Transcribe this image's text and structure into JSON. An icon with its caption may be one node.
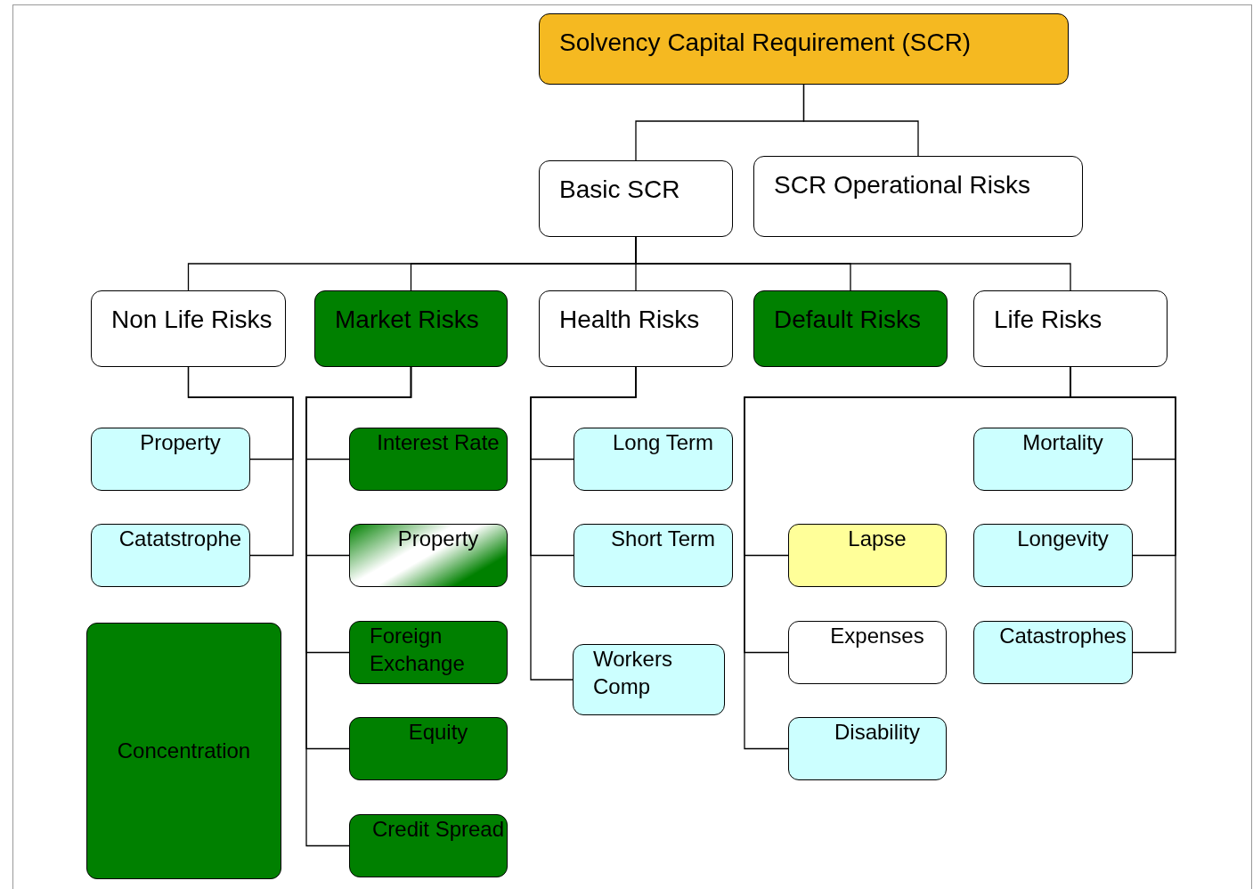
{
  "diagram": {
    "nodes": [
      {
        "text": [
          "Solvency Capital Requirement (SCR)"
        ]
      },
      {
        "text": [
          "Basic SCR"
        ]
      },
      {
        "text": [
          "SCR Operational Risks"
        ]
      },
      {
        "text": [
          "Non Life Risks"
        ]
      },
      {
        "text": [
          "Market Risks"
        ]
      },
      {
        "text": [
          "Health Risks"
        ]
      },
      {
        "text": [
          "Default Risks"
        ]
      },
      {
        "text": [
          "Life Risks"
        ]
      },
      {
        "text": [
          "Property"
        ]
      },
      {
        "text": [
          "Catatstrophe"
        ]
      },
      {
        "text": [
          "Concentration"
        ]
      },
      {
        "text": [
          "Interest Rate"
        ]
      },
      {
        "text": [
          "Property"
        ]
      },
      {
        "text": [
          "Foreign Exchange"
        ]
      },
      {
        "text": [
          "Equity"
        ]
      },
      {
        "text": [
          "Credit Spread"
        ]
      },
      {
        "text": [
          "Long Term"
        ]
      },
      {
        "text": [
          "Short Term"
        ]
      },
      {
        "text": [
          "Workers Comp"
        ]
      },
      {
        "text": [
          "Lapse"
        ]
      },
      {
        "text": [
          "Expenses"
        ]
      },
      {
        "text": [
          "Disability"
        ]
      },
      {
        "text": [
          "Mortality"
        ]
      },
      {
        "text": [
          "Longevity"
        ]
      },
      {
        "text": [
          "Catastrophes"
        ]
      }
    ],
    "edges": [
      {
        "from": 0,
        "to": 1,
        "arrow": "none"
      },
      {
        "from": 0,
        "to": 2,
        "arrow": "none"
      },
      {
        "from": 1,
        "to": 3,
        "arrow": "none"
      },
      {
        "from": 1,
        "to": 4,
        "arrow": "none"
      },
      {
        "from": 1,
        "to": 5,
        "arrow": "none"
      },
      {
        "from": 1,
        "to": 6,
        "arrow": "none"
      },
      {
        "from": 1,
        "to": 7,
        "arrow": "none"
      },
      {
        "from": 3,
        "to": 8,
        "arrow": "none"
      },
      {
        "from": 3,
        "to": 9,
        "arrow": "none"
      },
      {
        "from": 4,
        "to": 11,
        "arrow": "none"
      },
      {
        "from": 4,
        "to": 12,
        "arrow": "none"
      },
      {
        "from": 4,
        "to": 13,
        "arrow": "none"
      },
      {
        "from": 4,
        "to": 14,
        "arrow": "none"
      },
      {
        "from": 4,
        "to": 15,
        "arrow": "none"
      },
      {
        "from": 5,
        "to": 16,
        "arrow": "none"
      },
      {
        "from": 5,
        "to": 17,
        "arrow": "none"
      },
      {
        "from": 5,
        "to": 18,
        "arrow": "none"
      },
      {
        "from": 7,
        "to": 19,
        "arrow": "none"
      },
      {
        "from": 7,
        "to": 20,
        "arrow": "none"
      },
      {
        "from": 7,
        "to": 21,
        "arrow": "none"
      },
      {
        "from": 7,
        "to": 22,
        "arrow": "none"
      },
      {
        "from": 7,
        "to": 23,
        "arrow": "none"
      },
      {
        "from": 7,
        "to": 24,
        "arrow": "none"
      }
    ]
  }
}
